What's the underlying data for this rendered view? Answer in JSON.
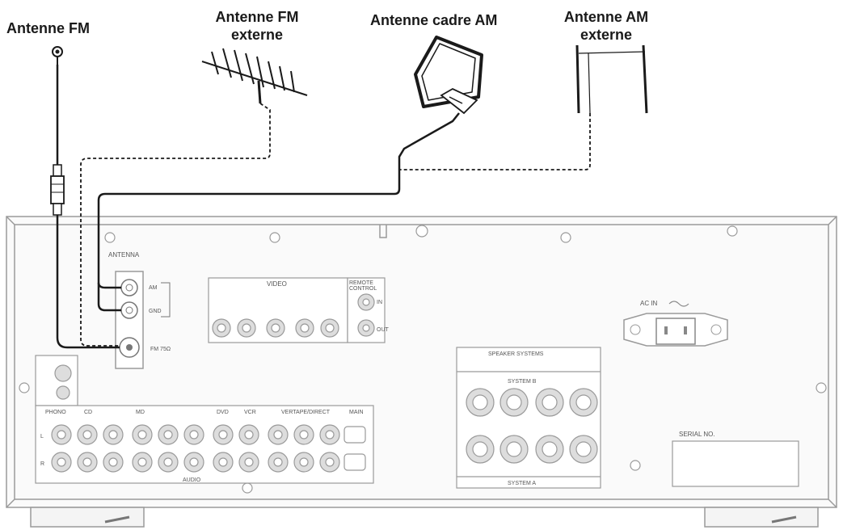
{
  "labels": {
    "antenna_fm": "Antenne FM",
    "antenna_fm_ext_l1": "Antenne FM",
    "antenna_fm_ext_l2": "externe",
    "antenna_am_loop": "Antenne cadre AM",
    "antenna_am_ext_l1": "Antenne AM",
    "antenna_am_ext_l2": "externe"
  },
  "panel": {
    "antenna": "ANTENNA",
    "am": "AM",
    "gnd": "GND",
    "fm": "FM 75Ω",
    "video": "VIDEO",
    "remote": "REMOTE",
    "control": "CONTROL",
    "in": "IN",
    "out": "OUT",
    "ac_in": "AC IN",
    "speaker_systems": "SPEAKER SYSTEMS",
    "system_b": "SYSTEM B",
    "system_a": "SYSTEM A",
    "serial_no": "SERIAL NO.",
    "audio": "AUDIO",
    "phono": "PHONO",
    "cd": "CD",
    "md": "MD",
    "dvd": "DVD",
    "vcr": "VCR",
    "vertape": "VERTAPE/DIRECT",
    "main": "MAIN",
    "l": "L",
    "r": "R"
  },
  "colors": {
    "line": "#1a1a1a",
    "panel_stroke": "#9a9a9a",
    "panel_fill": "#f4f4f4"
  }
}
